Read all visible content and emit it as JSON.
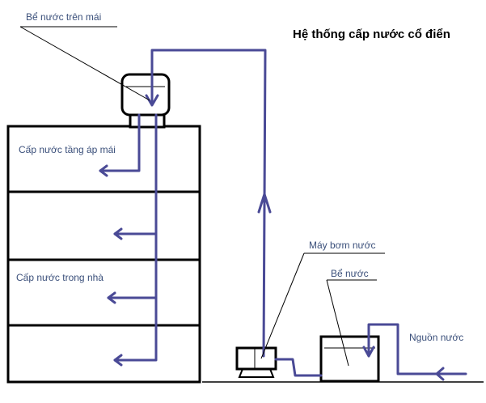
{
  "title": "Hệ thống cấp nước cổ điển",
  "labels": {
    "roof_tank": "Bể nước trên mái",
    "supply_roof_floor": "Cấp nước tầng áp mái",
    "supply_in_house": "Cấp nước trong nhà",
    "pump": "Máy bơm nước",
    "ground_tank": "Bể nước",
    "water_source": "Nguồn nước"
  },
  "colors": {
    "pipe": "#4a4a96",
    "structure": "#000000",
    "label_text": "#3a4f7a"
  }
}
